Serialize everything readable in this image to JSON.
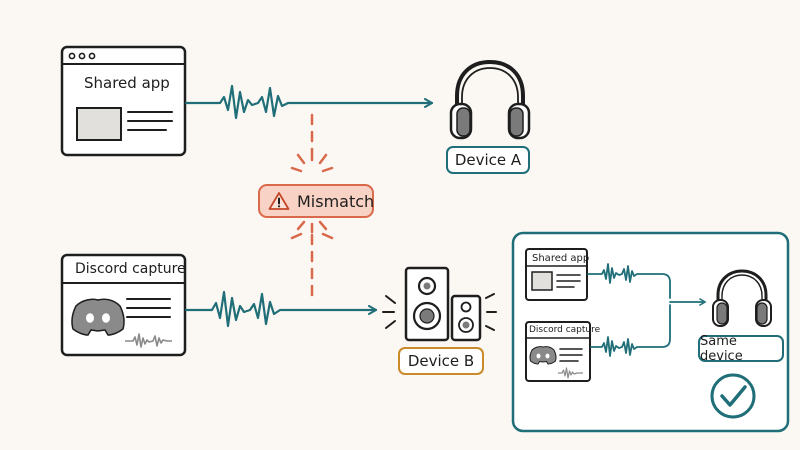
{
  "left_column": {
    "top_window_title": "Shared app",
    "bottom_window_title": "Discord capture"
  },
  "mismatch": {
    "label": "Mismatch",
    "icon": "warning-icon"
  },
  "devices": {
    "device_a": "Device A",
    "device_b": "Device B"
  },
  "solution_panel": {
    "top_window_title": "Shared app",
    "bottom_window_title": "Discord capture",
    "device_label": "Same device",
    "check_icon": "check-circle-icon"
  },
  "colors": {
    "teal": "#1f6e78",
    "orange": "#d9694b",
    "amber": "#c98a2a",
    "ink": "#1e1e1e",
    "paper": "#fbf8f3"
  }
}
